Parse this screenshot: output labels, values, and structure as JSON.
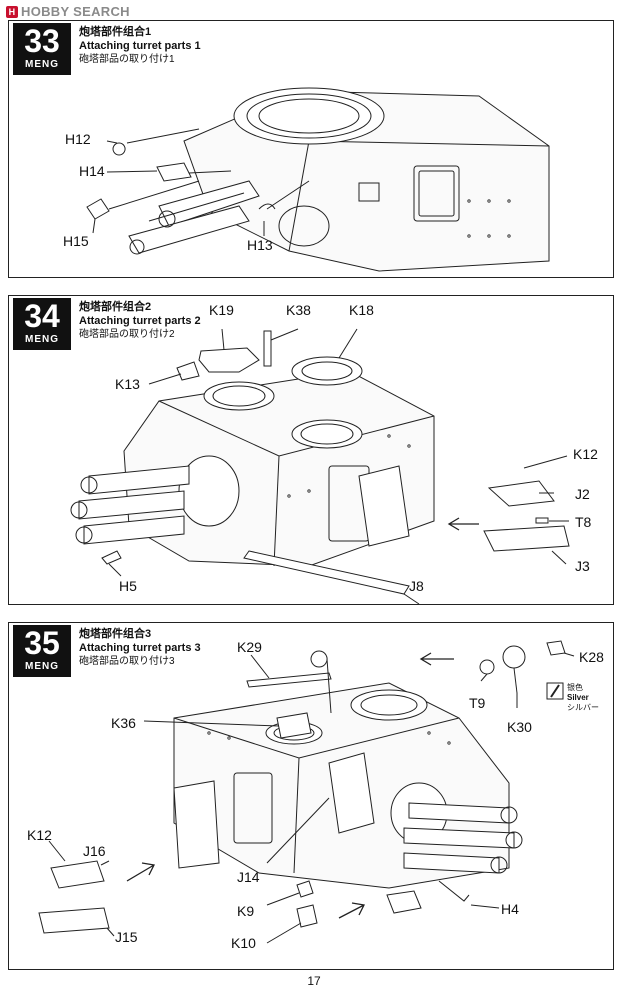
{
  "watermark": {
    "brand": "HOBBY SEARCH",
    "icon": "hobbysearch-logo-icon"
  },
  "steps": [
    {
      "number": "33",
      "brand": "MENG",
      "title_cn": "炮塔部件组合1",
      "title_en": "Attaching turret parts 1",
      "title_jp": "砲塔部品の取り付け1",
      "parts": [
        "H12",
        "H14",
        "H15",
        "H13"
      ]
    },
    {
      "number": "34",
      "brand": "MENG",
      "title_cn": "炮塔部件组合2",
      "title_en": "Attaching turret parts 2",
      "title_jp": "砲塔部品の取り付け2",
      "parts": [
        "K19",
        "K38",
        "K18",
        "K13",
        "K12",
        "J2",
        "T8",
        "J3",
        "H5",
        "J8"
      ]
    },
    {
      "number": "35",
      "brand": "MENG",
      "title_cn": "炮塔部件组合3",
      "title_en": "Attaching turret parts 3",
      "title_jp": "砲塔部品の取り付け3",
      "parts": [
        "K29",
        "K28",
        "T9",
        "K30",
        "K36",
        "K12",
        "J16",
        "J15",
        "J14",
        "K9",
        "K10",
        "H4"
      ],
      "paint": {
        "cn": "银色",
        "en": "Silver",
        "jp": "シルバー",
        "icon": "paint-brush-icon"
      }
    }
  ],
  "page_number": "17"
}
